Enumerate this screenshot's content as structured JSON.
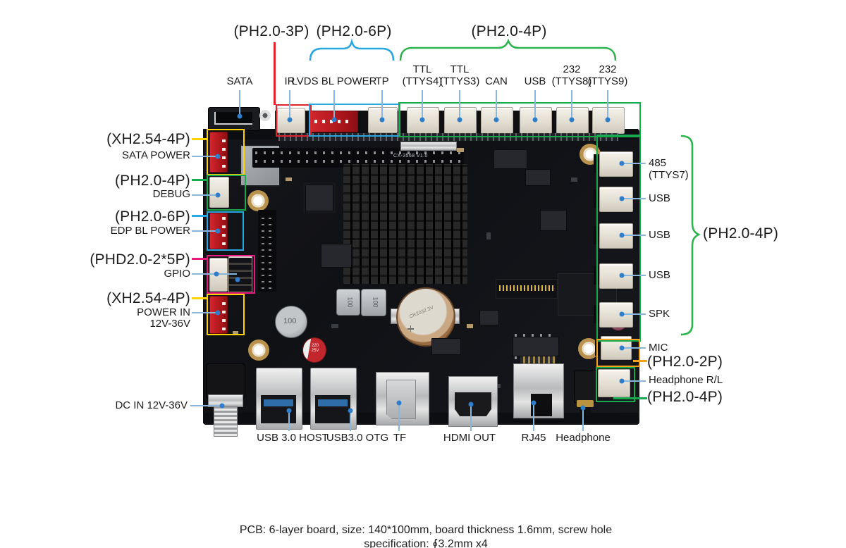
{
  "caption": "PCB: 6-layer board, size: 140*100mm, board thickness 1.6mm, screw hole specification: ∮3.2mm x4",
  "colors": {
    "red": "#e0242b",
    "blue": "#2aa7e0",
    "green": "#17a94e",
    "yellow": "#ffd400",
    "magenta": "#e6197e",
    "orange": "#f6a21d",
    "leader": "#8ab6dc",
    "dotc": "#2e7ecb",
    "ink": "#1b1b1b"
  },
  "top_groups": [
    {
      "label": "(PH2.0-3P)"
    },
    {
      "label": "(PH2.0-6P)"
    },
    {
      "label": "(PH2.0-4P)"
    }
  ],
  "top_ports": [
    {
      "label": "SATA"
    },
    {
      "label": "IR"
    },
    {
      "label": "LVDS BL POWER"
    },
    {
      "label": "TP"
    },
    {
      "label": "TTL",
      "sub": "(TTYS4)"
    },
    {
      "label": "TTL",
      "sub": "(TTYS3)"
    },
    {
      "label": "CAN"
    },
    {
      "label": "USB"
    },
    {
      "label": "232",
      "sub": "(TTYS8)"
    },
    {
      "label": "232",
      "sub": "(TTYS9)"
    }
  ],
  "left_ports": [
    {
      "type": "(XH2.54-4P)",
      "name": "SATA POWER"
    },
    {
      "type": "(PH2.0-4P)",
      "name": "DEBUG"
    },
    {
      "type": "(PH2.0-6P)",
      "name": "EDP BL POWER"
    },
    {
      "type": "(PHD2.0-2*5P)",
      "name": "GPIO"
    },
    {
      "type": "(XH2.54-4P)",
      "name": "POWER IN",
      "name2": "12V-36V"
    }
  ],
  "dc_label": "DC IN 12V-36V",
  "right_ports": [
    {
      "name": "485",
      "sub": "(TTYS7)"
    },
    {
      "name": "USB"
    },
    {
      "name": "USB"
    },
    {
      "name": "USB"
    },
    {
      "name": "SPK"
    }
  ],
  "right_group_label": "(PH2.0-4P)",
  "right_extra": [
    {
      "name": "MIC",
      "type": "(PH2.0-2P)"
    },
    {
      "name": "Headphone R/L",
      "type": "(PH2.0-4P)"
    }
  ],
  "bottom_ports": [
    {
      "label": "USB 3.0 HOST"
    },
    {
      "label": "USB3.0 OTG"
    },
    {
      "label": "TF"
    },
    {
      "label": "HDMI OUT"
    },
    {
      "label": "RJ45"
    },
    {
      "label": "Headphone"
    }
  ],
  "board": {
    "silkscreen": "CX-3568 V1.0",
    "battery_marking": "CR2032 3V",
    "cap_marking": "220 25V",
    "inductor_marking": "100"
  }
}
